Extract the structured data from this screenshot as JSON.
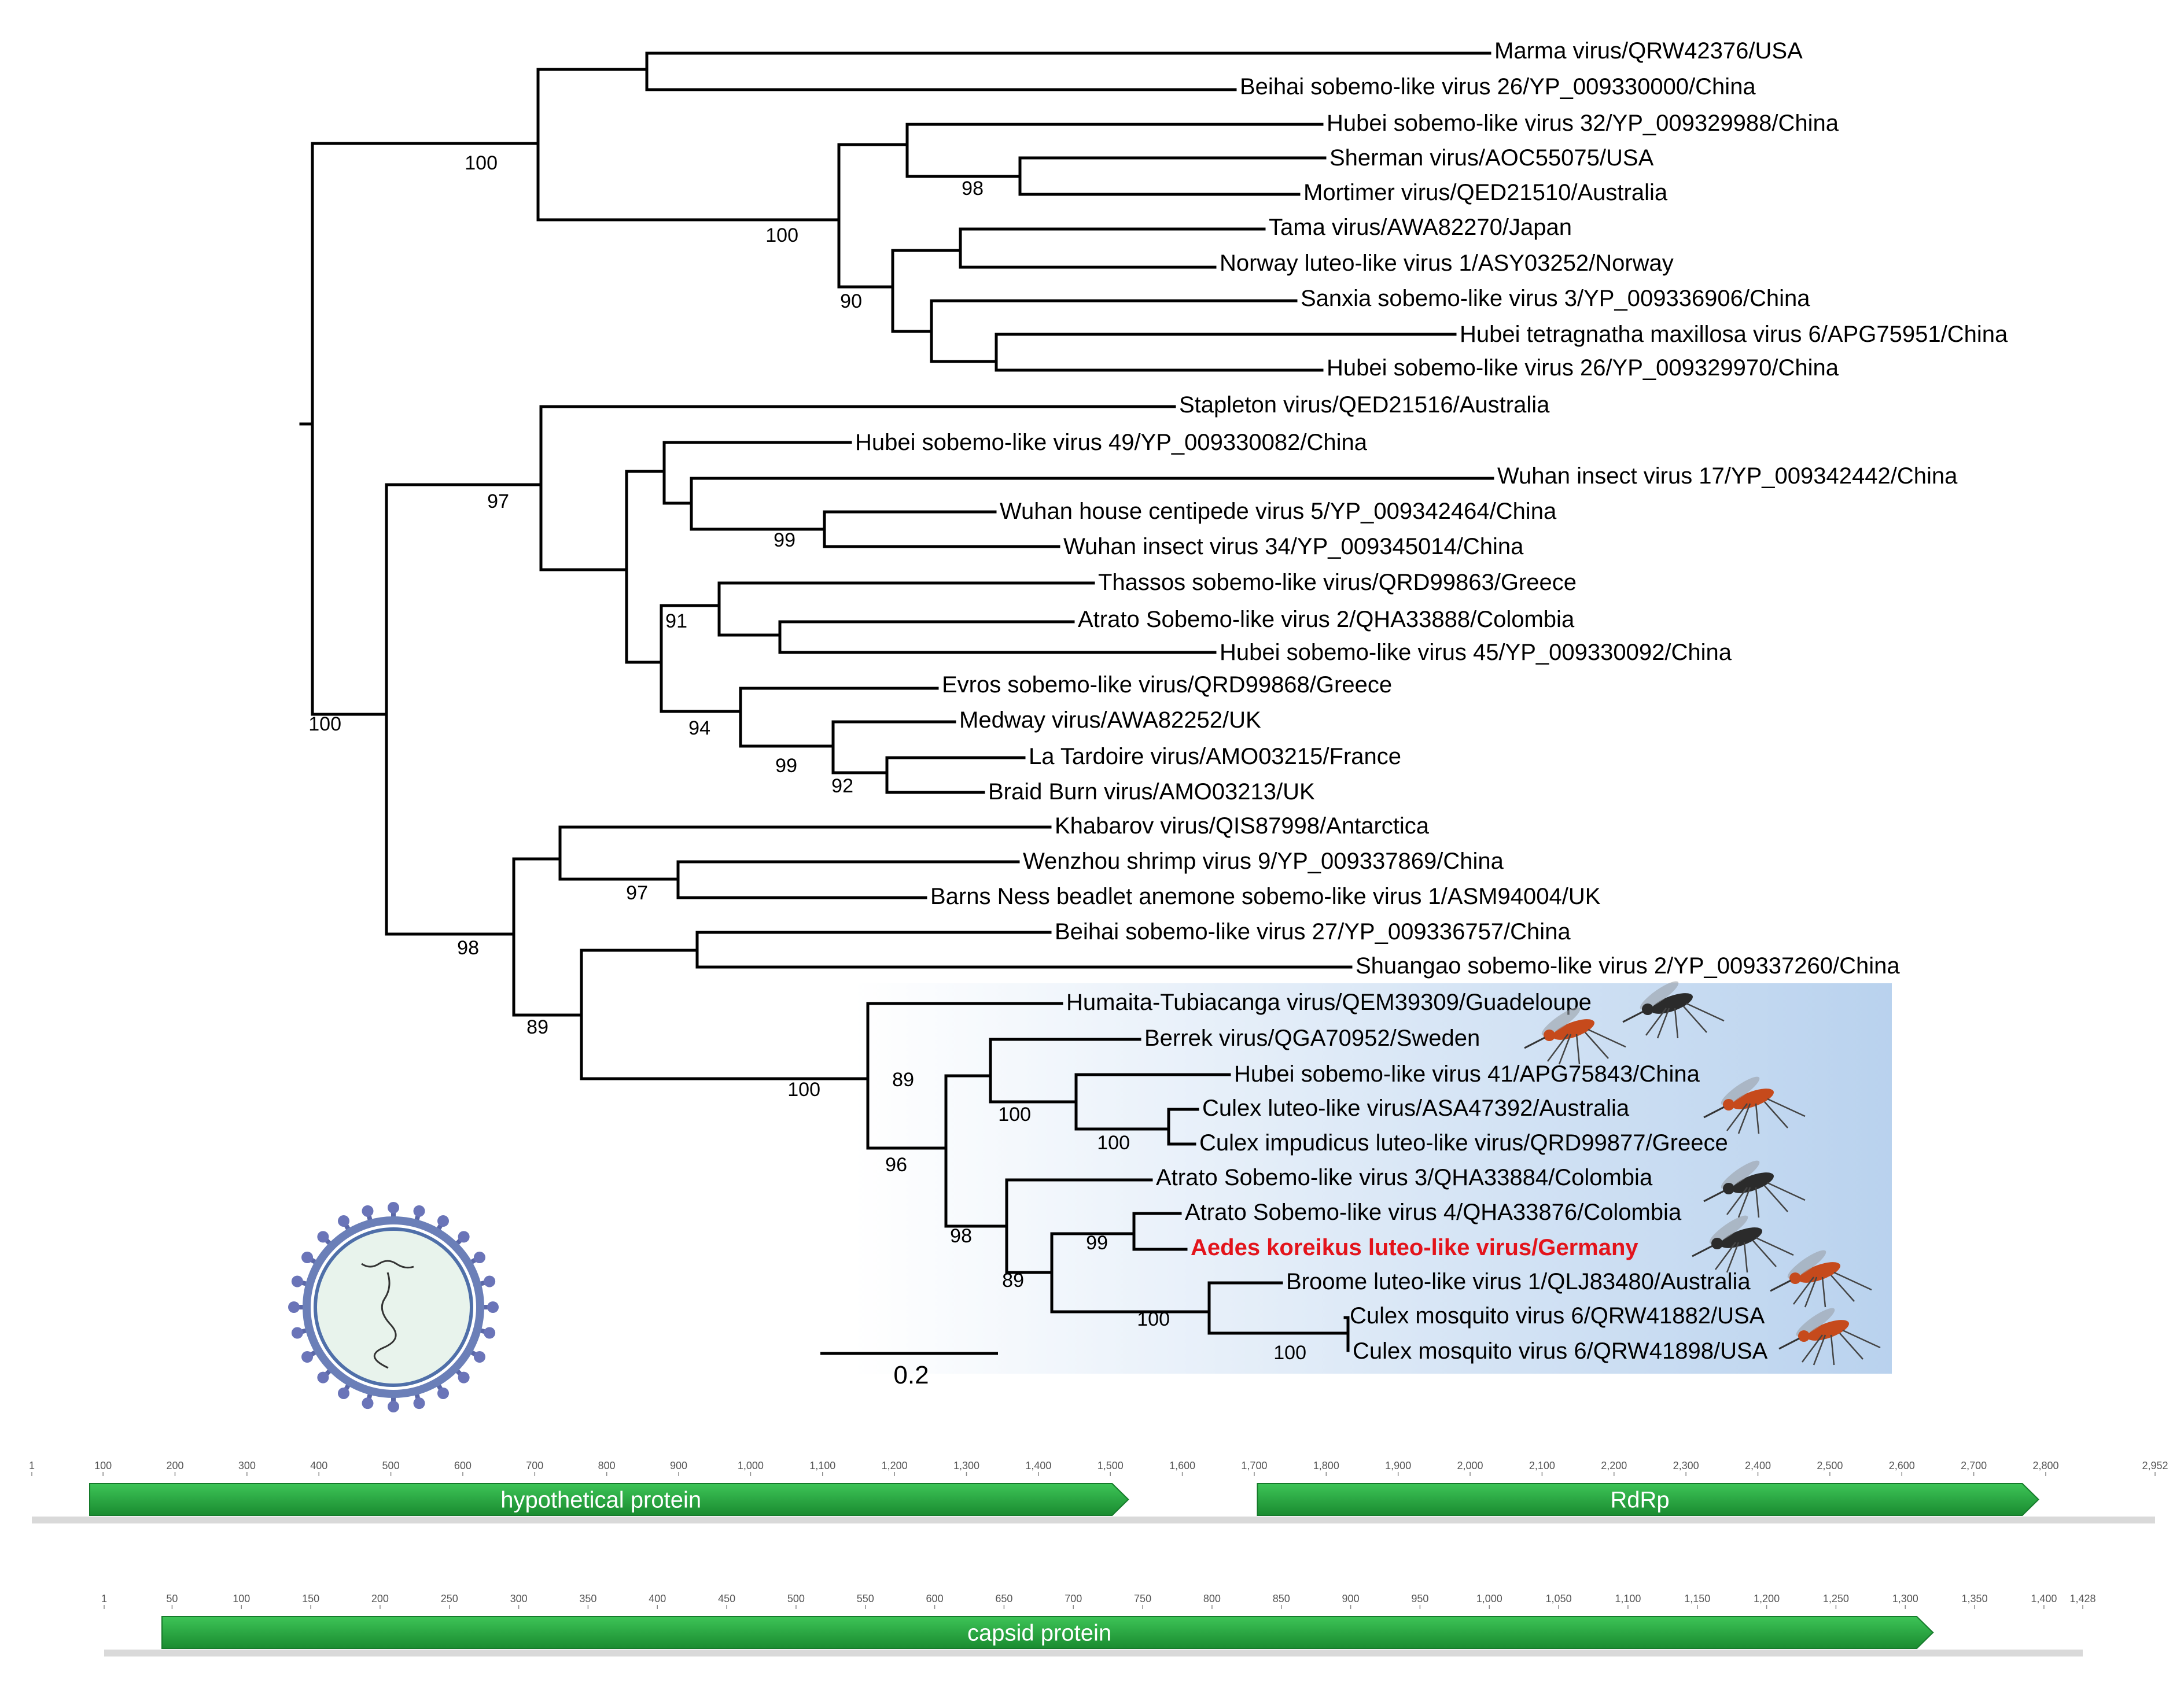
{
  "tree": {
    "scale_bar_label": "0.2",
    "highlight_color": "#e3141b",
    "clade_box_color": "#bcd4ee",
    "leaves": [
      {
        "id": "L1",
        "label": "Marma virus/QRW42376/USA"
      },
      {
        "id": "L2",
        "label": "Beihai sobemo-like virus 26/YP_009330000/China"
      },
      {
        "id": "L3",
        "label": "Hubei sobemo-like virus 32/YP_009329988/China"
      },
      {
        "id": "L4",
        "label": "Sherman virus/AOC55075/USA"
      },
      {
        "id": "L5",
        "label": "Mortimer virus/QED21510/Australia"
      },
      {
        "id": "L6",
        "label": "Tama virus/AWA82270/Japan"
      },
      {
        "id": "L7",
        "label": "Norway luteo-like virus 1/ASY03252/Norway"
      },
      {
        "id": "L8",
        "label": "Sanxia sobemo-like virus 3/YP_009336906/China"
      },
      {
        "id": "L9",
        "label": "Hubei tetragnatha maxillosa virus 6/APG75951/China"
      },
      {
        "id": "L10",
        "label": "Hubei sobemo-like virus 26/YP_009329970/China"
      },
      {
        "id": "L11",
        "label": "Stapleton virus/QED21516/Australia"
      },
      {
        "id": "L12",
        "label": "Hubei sobemo-like virus 49/YP_009330082/China"
      },
      {
        "id": "L13",
        "label": "Wuhan insect virus 17/YP_009342442/China"
      },
      {
        "id": "L14",
        "label": "Wuhan house centipede virus 5/YP_009342464/China"
      },
      {
        "id": "L15",
        "label": "Wuhan insect virus 34/YP_009345014/China"
      },
      {
        "id": "L16",
        "label": "Thassos sobemo-like virus/QRD99863/Greece"
      },
      {
        "id": "L17",
        "label": "Atrato Sobemo-like virus 2/QHA33888/Colombia"
      },
      {
        "id": "L18",
        "label": "Hubei sobemo-like virus 45/YP_009330092/China"
      },
      {
        "id": "L19",
        "label": "Evros sobemo-like virus/QRD99868/Greece"
      },
      {
        "id": "L20",
        "label": "Medway virus/AWA82252/UK"
      },
      {
        "id": "L21",
        "label": "La Tardoire virus/AMO03215/France"
      },
      {
        "id": "L22",
        "label": "Braid Burn virus/AMO03213/UK"
      },
      {
        "id": "L23",
        "label": "Khabarov virus/QIS87998/Antarctica"
      },
      {
        "id": "L24",
        "label": "Wenzhou shrimp virus 9/YP_009337869/China"
      },
      {
        "id": "L25",
        "label": "Barns Ness beadlet anemone sobemo-like virus 1/ASM94004/UK"
      },
      {
        "id": "L26",
        "label": "Beihai sobemo-like virus 27/YP_009336757/China"
      },
      {
        "id": "L27",
        "label": "Shuangao sobemo-like virus 2/YP_009337260/China"
      },
      {
        "id": "L28",
        "label": "Humaita-Tubiacanga virus/QEM39309/Guadeloupe"
      },
      {
        "id": "L29",
        "label": "Berrek virus/QGA70952/Sweden"
      },
      {
        "id": "L30",
        "label": "Hubei sobemo-like virus 41/APG75843/China"
      },
      {
        "id": "L31",
        "label": "Culex luteo-like virus/ASA47392/Australia"
      },
      {
        "id": "L32",
        "label": "Culex impudicus luteo-like virus/QRD99877/Greece"
      },
      {
        "id": "L33",
        "label": "Atrato Sobemo-like virus 3/QHA33884/Colombia"
      },
      {
        "id": "L34",
        "label": "Atrato Sobemo-like virus 4/QHA33876/Colombia"
      },
      {
        "id": "L35",
        "label": "Aedes koreikus luteo-like virus/Germany",
        "highlight": true
      },
      {
        "id": "L36",
        "label": "Broome luteo-like virus 1/QLJ83480/Australia"
      },
      {
        "id": "L37",
        "label": "Culex mosquito virus 6/QRW41882/USA"
      },
      {
        "id": "L38",
        "label": "Culex mosquito virus 6/QRW41898/USA"
      }
    ],
    "bootstrap_values": [
      "100",
      "98",
      "100",
      "90",
      "97",
      "99",
      "91",
      "94",
      "99",
      "92",
      "100",
      "97",
      "98",
      "89",
      "100",
      "89",
      "100",
      "100",
      "96",
      "98",
      "99",
      "89",
      "100",
      "100"
    ]
  },
  "genome_maps": [
    {
      "ticks": [
        "1",
        "100",
        "200",
        "300",
        "400",
        "500",
        "600",
        "700",
        "800",
        "900",
        "1,000",
        "1,100",
        "1,200",
        "1,300",
        "1,400",
        "1,500",
        "1,600",
        "1,700",
        "1,800",
        "1,900",
        "2,000",
        "2,100",
        "2,200",
        "2,300",
        "2,400",
        "2,500",
        "2,600",
        "2,700",
        "2,800",
        "2,952"
      ],
      "genes": [
        {
          "label": "hypothetical protein",
          "start": 1,
          "end": 1525
        },
        {
          "label": "RdRp",
          "start": 1624,
          "end": 2790
        }
      ],
      "length": 2952
    },
    {
      "ticks": [
        "1",
        "50",
        "100",
        "150",
        "200",
        "250",
        "300",
        "350",
        "400",
        "450",
        "500",
        "550",
        "600",
        "650",
        "700",
        "750",
        "800",
        "850",
        "900",
        "950",
        "1,000",
        "1,050",
        "1,100",
        "1,150",
        "1,200",
        "1,250",
        "1,300",
        "1,350",
        "1,400",
        "1,428"
      ],
      "genes": [
        {
          "label": "capsid protein",
          "start": 1,
          "end": 1320
        }
      ],
      "length": 1428
    }
  ],
  "colors": {
    "gene_fill": "#1f9a36",
    "gene_fill_light": "#35bd50",
    "baseline": "#d9d9d9"
  }
}
